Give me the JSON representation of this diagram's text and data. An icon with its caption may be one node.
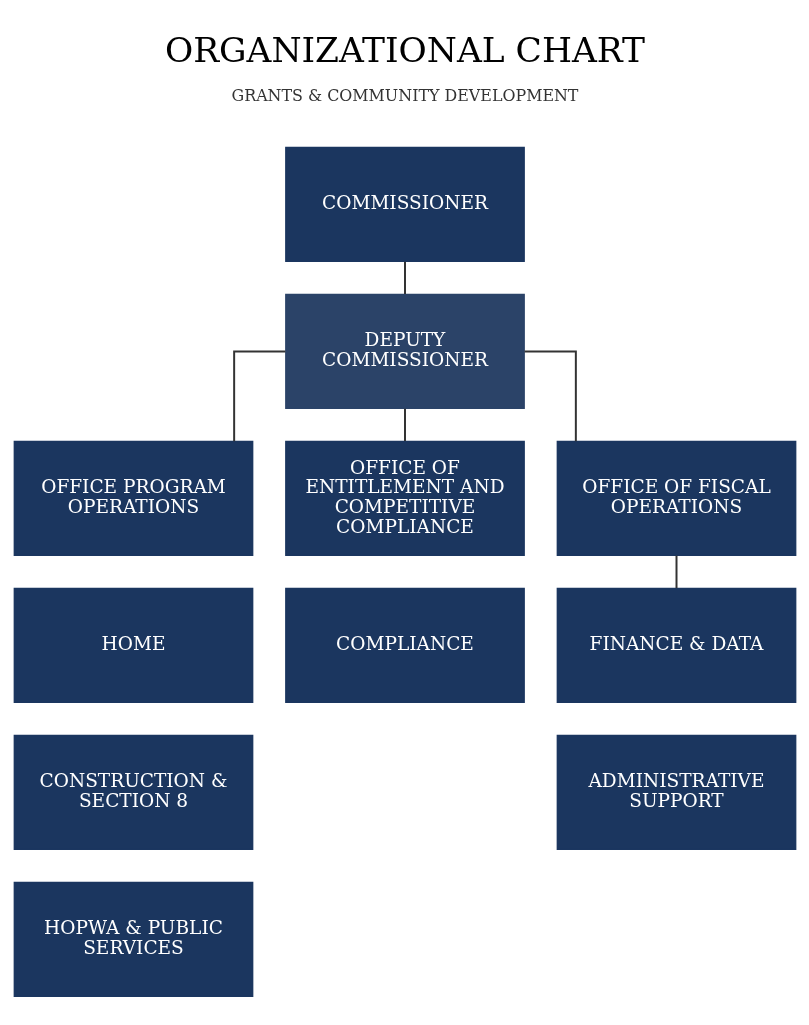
{
  "diagram": {
    "title": "ORGANIZATIONAL CHART",
    "nodes": [
      {
        "text": [
          "COMMISSIONER"
        ]
      },
      {
        "text": [
          "DEPUTY COMMISSIONER"
        ]
      },
      {
        "text": [
          "OFFICE PROGRAM OPERATIONS"
        ]
      },
      {
        "text": [
          "OFFICE OF ENTITLEMENT AND COMPETITIVE COMPLIANCE"
        ]
      },
      {
        "text": [
          "OFFICE OF FISCAL OPERATIONS"
        ]
      },
      {
        "text": [
          "HOME"
        ]
      },
      {
        "text": [
          "CONSTRUCTION & SECTION 8"
        ]
      },
      {
        "text": [
          "HOPWA & PUBLIC SERVICES"
        ]
      },
      {
        "text": [
          "COMPLIANCE"
        ]
      },
      {
        "text": [
          "FINANCE & DATA"
        ]
      },
      {
        "text": [
          "ADMINISTRATIVE SUPPORT"
        ]
      }
    ],
    "edges": [
      {
        "from": 0,
        "to": 1,
        "arrow": "none"
      },
      {
        "from": 1,
        "to": 2,
        "arrow": "none"
      },
      {
        "from": 1,
        "to": 3,
        "arrow": "none"
      },
      {
        "from": 1,
        "to": 4,
        "arrow": "none"
      },
      {
        "from": 4,
        "to": 9,
        "arrow": "none"
      }
    ],
    "labels": [
      "GRANTS & COMMUNITY DEVELOPMENT"
    ]
  }
}
